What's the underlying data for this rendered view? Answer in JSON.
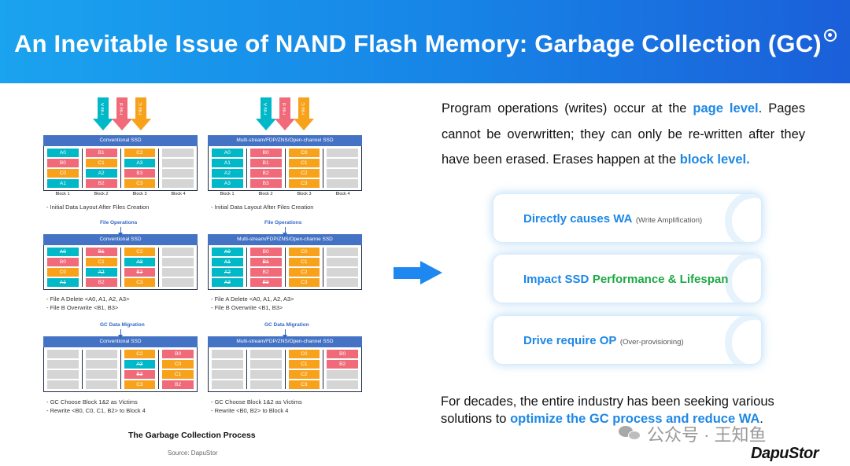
{
  "header": {
    "title": "An Inevitable Issue of NAND Flash Memory: Garbage Collection (GC)"
  },
  "colors": {
    "page_teal": "#00b8c8",
    "page_pink": "#f06a7a",
    "page_orange": "#f7a21a",
    "page_empty": "#d5d5d5",
    "accent_blue": "#1e88e5",
    "accent_green": "#1ea844"
  },
  "files": [
    {
      "label": "File A",
      "color": "#00b8c8"
    },
    {
      "label": "File B",
      "color": "#f06a7a"
    },
    {
      "label": "File C",
      "color": "#f7a21a"
    }
  ],
  "block_labels": [
    "Block 1",
    "Block 2",
    "Block 3",
    "Block 4"
  ],
  "operations": {
    "file_ops": "File Operations",
    "gc_migration": "GC Data Migration"
  },
  "diagram_left": {
    "titles": [
      "Conventional SSD",
      "Conventional SSD",
      "Conventional SSD"
    ],
    "captions": [
      [
        "- Initial Data Layout  After Files Creation"
      ],
      [
        "- File A Delete <A0, A1, A2, A3>",
        "- File B Overwrite <B1, B3>"
      ],
      [
        "- GC Choose Block 1&2 as Victims",
        "- Rewrite <B0, C0, C1, B2>  to Block 4"
      ]
    ],
    "stages": [
      [
        [
          {
            "t": "A0",
            "c": "teal"
          },
          {
            "t": "B0",
            "c": "pink"
          },
          {
            "t": "C0",
            "c": "orange"
          },
          {
            "t": "A1",
            "c": "teal"
          }
        ],
        [
          {
            "t": "B1",
            "c": "pink"
          },
          {
            "t": "C1",
            "c": "orange"
          },
          {
            "t": "A2",
            "c": "teal"
          },
          {
            "t": "B2",
            "c": "pink"
          }
        ],
        [
          {
            "t": "C2",
            "c": "orange"
          },
          {
            "t": "A3",
            "c": "teal"
          },
          {
            "t": "B3",
            "c": "pink"
          },
          {
            "t": "C3",
            "c": "orange"
          }
        ],
        [
          {
            "t": "",
            "c": "empty"
          },
          {
            "t": "",
            "c": "empty"
          },
          {
            "t": "",
            "c": "empty"
          },
          {
            "t": "",
            "c": "empty"
          }
        ]
      ],
      [
        [
          {
            "t": "A0",
            "c": "teal",
            "d": true
          },
          {
            "t": "B0",
            "c": "pink"
          },
          {
            "t": "C0",
            "c": "orange"
          },
          {
            "t": "A1",
            "c": "teal",
            "d": true
          }
        ],
        [
          {
            "t": "B1",
            "c": "pink",
            "d": true
          },
          {
            "t": "C1",
            "c": "orange"
          },
          {
            "t": "A2",
            "c": "teal",
            "d": true
          },
          {
            "t": "B2",
            "c": "pink"
          }
        ],
        [
          {
            "t": "C2",
            "c": "orange"
          },
          {
            "t": "A3",
            "c": "teal",
            "d": true
          },
          {
            "t": "B3",
            "c": "pink",
            "d": true
          },
          {
            "t": "C3",
            "c": "orange"
          }
        ],
        [
          {
            "t": "",
            "c": "empty"
          },
          {
            "t": "",
            "c": "empty"
          },
          {
            "t": "",
            "c": "empty"
          },
          {
            "t": "",
            "c": "empty"
          }
        ]
      ],
      [
        [
          {
            "t": "",
            "c": "empty"
          },
          {
            "t": "",
            "c": "empty"
          },
          {
            "t": "",
            "c": "empty"
          },
          {
            "t": "",
            "c": "empty"
          }
        ],
        [
          {
            "t": "",
            "c": "empty"
          },
          {
            "t": "",
            "c": "empty"
          },
          {
            "t": "",
            "c": "empty"
          },
          {
            "t": "",
            "c": "empty"
          }
        ],
        [
          {
            "t": "C2",
            "c": "orange"
          },
          {
            "t": "A3",
            "c": "teal",
            "d": true
          },
          {
            "t": "B3",
            "c": "pink",
            "d": true
          },
          {
            "t": "C3",
            "c": "orange"
          }
        ],
        [
          {
            "t": "B0",
            "c": "pink"
          },
          {
            "t": "C0",
            "c": "orange"
          },
          {
            "t": "C1",
            "c": "orange"
          },
          {
            "t": "B2",
            "c": "pink"
          }
        ]
      ]
    ]
  },
  "diagram_right": {
    "titles": [
      "Multi-stream/FDP/ZNS/Open-channel SSD",
      "Multi-stream/FDP/ZNS/Open-channe SSD",
      "Multi-stream/FDP/ZNS/Open-channel SSD"
    ],
    "captions": [
      [
        "- Initial Data Layout  After Files Creation"
      ],
      [
        "- File A Delete <A0, A1, A2, A3>",
        "- File B Overwrite <B1, B3>"
      ],
      [
        "- GC Choose Block 1&2 as Victims",
        "- Rewrite <B0, B2>  to Block 4"
      ]
    ],
    "stages": [
      [
        [
          {
            "t": "A0",
            "c": "teal"
          },
          {
            "t": "A1",
            "c": "teal"
          },
          {
            "t": "A2",
            "c": "teal"
          },
          {
            "t": "A3",
            "c": "teal"
          }
        ],
        [
          {
            "t": "B0",
            "c": "pink"
          },
          {
            "t": "B1",
            "c": "pink"
          },
          {
            "t": "B2",
            "c": "pink"
          },
          {
            "t": "B3",
            "c": "pink"
          }
        ],
        [
          {
            "t": "C0",
            "c": "orange"
          },
          {
            "t": "C1",
            "c": "orange"
          },
          {
            "t": "C2",
            "c": "orange"
          },
          {
            "t": "C3",
            "c": "orange"
          }
        ],
        [
          {
            "t": "",
            "c": "empty"
          },
          {
            "t": "",
            "c": "empty"
          },
          {
            "t": "",
            "c": "empty"
          },
          {
            "t": "",
            "c": "empty"
          }
        ]
      ],
      [
        [
          {
            "t": "A0",
            "c": "teal",
            "d": true
          },
          {
            "t": "A1",
            "c": "teal",
            "d": true
          },
          {
            "t": "A2",
            "c": "teal",
            "d": true
          },
          {
            "t": "A3",
            "c": "teal",
            "d": true
          }
        ],
        [
          {
            "t": "B0",
            "c": "pink"
          },
          {
            "t": "B1",
            "c": "pink",
            "d": true
          },
          {
            "t": "B2",
            "c": "pink"
          },
          {
            "t": "B3",
            "c": "pink",
            "d": true
          }
        ],
        [
          {
            "t": "C0",
            "c": "orange"
          },
          {
            "t": "C1",
            "c": "orange"
          },
          {
            "t": "C2",
            "c": "orange"
          },
          {
            "t": "C3",
            "c": "orange"
          }
        ],
        [
          {
            "t": "",
            "c": "empty"
          },
          {
            "t": "",
            "c": "empty"
          },
          {
            "t": "",
            "c": "empty"
          },
          {
            "t": "",
            "c": "empty"
          }
        ]
      ],
      [
        [
          {
            "t": "",
            "c": "empty"
          },
          {
            "t": "",
            "c": "empty"
          },
          {
            "t": "",
            "c": "empty"
          },
          {
            "t": "",
            "c": "empty"
          }
        ],
        [
          {
            "t": "",
            "c": "empty"
          },
          {
            "t": "",
            "c": "empty"
          },
          {
            "t": "",
            "c": "empty"
          },
          {
            "t": "",
            "c": "empty"
          }
        ],
        [
          {
            "t": "C0",
            "c": "orange"
          },
          {
            "t": "C1",
            "c": "orange"
          },
          {
            "t": "C2",
            "c": "orange"
          },
          {
            "t": "C3",
            "c": "orange"
          }
        ],
        [
          {
            "t": "B0",
            "c": "pink"
          },
          {
            "t": "B2",
            "c": "pink"
          },
          {
            "t": "",
            "c": "empty"
          },
          {
            "t": "",
            "c": "empty"
          }
        ]
      ]
    ]
  },
  "process_title": "The Garbage Collection Process",
  "source": "Source: DapuStor",
  "intro": {
    "p1": "Program operations (writes) occur at the ",
    "h1": "page level",
    "p2": ". Pages cannot be overwritten; they can only be re-written after they have been erased. Erases happen at the ",
    "h2": "block level."
  },
  "cards": {
    "c1_main": "Directly causes WA",
    "c1_sub": "(Write Amplification)",
    "c2_main": "Impact SSD",
    "c2_green": "Performance & Lifespan",
    "c3_main": "Drive require OP",
    "c3_sub": "(Over-provisioning)"
  },
  "outro": {
    "p1": "For decades, the entire industry has been seeking various solutions to ",
    "h1": "optimize the GC process and reduce WA",
    "p2": "."
  },
  "watermark": "公众号 · 王知鱼",
  "logo": "DapuStor"
}
